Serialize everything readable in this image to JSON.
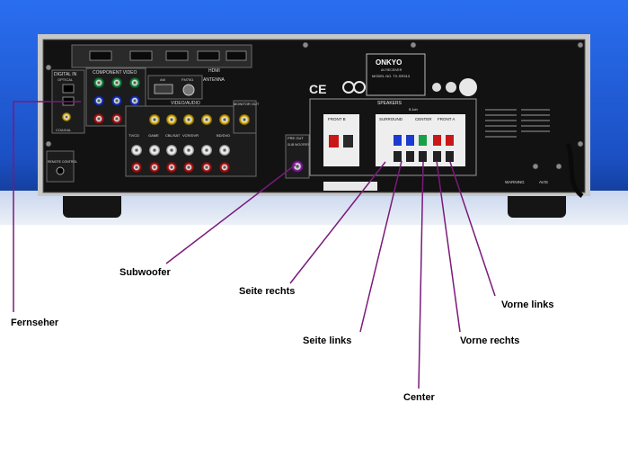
{
  "device": {
    "brand": "ONKYO",
    "model_type": "AV RECEIVER",
    "model_line": "MODEL NO. TX-SR313",
    "section_speakers": "SPEAKERS",
    "speaker_config": "5.1ch",
    "front_b": "FRONT B",
    "surround": "SURROUND",
    "center": "CENTER",
    "front_a": "FRONT A",
    "component_video": "COMPONENT VIDEO",
    "video_audio": "VIDEO/AUDIO",
    "antenna": "ANTENNA",
    "fm_label": "FM75Ω",
    "am_label": "AM",
    "monitor_out": "MONITOR OUT",
    "pre_out": "PRE OUT",
    "subwoofer_jack": "SUB WOOFER",
    "digital_in": "DIGITAL IN",
    "optical": "OPTICAL",
    "coaxial": "COAXIAL",
    "remote_control": "REMOTE CONTROL",
    "warning": "WARNING",
    "avis": "AVIS",
    "input_labels": [
      "TV/CD",
      "GAME",
      "CBL/SAT",
      "VCR/DVR",
      "BD/DVD"
    ],
    "hdmi_label": "HDMI"
  },
  "callouts": {
    "fernseher": "Fernseher",
    "subwoofer": "Subwoofer",
    "seite_rechts": "Seite rechts",
    "seite_links": "Seite links",
    "center": "Center",
    "vorne_rechts": "Vorne rechts",
    "vorne_links": "Vorne links"
  },
  "colors": {
    "backdrop": "#1f5fd6",
    "chassis": "#111111",
    "callout_line": "#7a1a7a"
  }
}
